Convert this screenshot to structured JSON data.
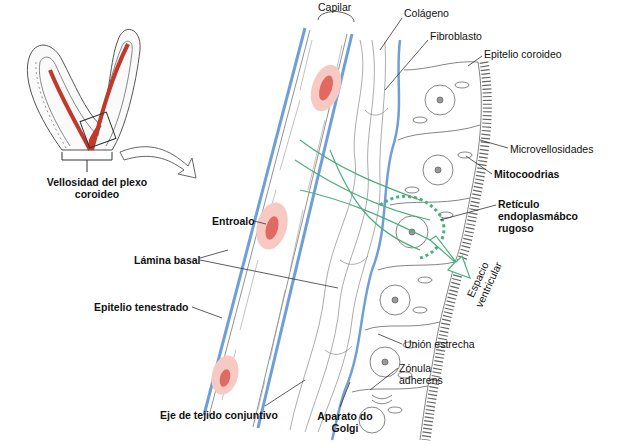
{
  "diagram": {
    "labels": [
      "Vellosidad del plexo coroideo",
      "Capilar",
      "Colágeno",
      "Fibroblasto",
      "Epitelio coroideo",
      "Microvellosidades",
      "Mitocoodrias",
      "Retículo endoplasmábco rugoso",
      "Espacio ventricular",
      "Entroalo",
      "Lámina basal",
      "Epitelio tenestrado",
      "Eje de tejido conjuntivo",
      "Aparato do Golgi",
      "Unión estrecha",
      "Zónula adherens"
    ]
  }
}
